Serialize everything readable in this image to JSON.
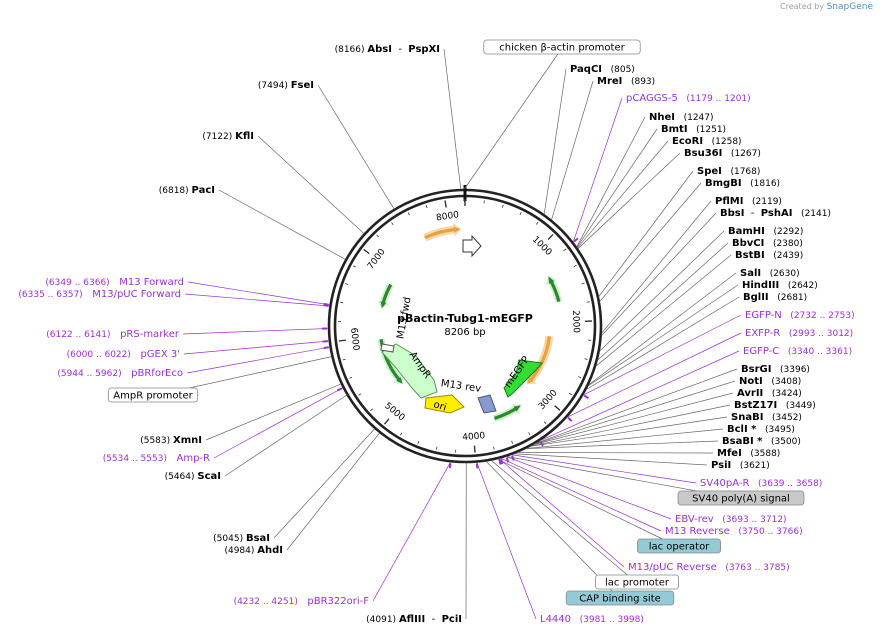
{
  "credit": {
    "prefix": "Created by",
    "brand": "SnapGene"
  },
  "plasmid": {
    "name": "pBactin-Tubg1-mEGFP",
    "size_label": "8206 bp"
  },
  "ticks": [
    {
      "label": "1000",
      "pos": 1000
    },
    {
      "label": "2000",
      "pos": 2000
    },
    {
      "label": "3000",
      "pos": 3000
    },
    {
      "label": "4000",
      "pos": 4000
    },
    {
      "label": "5000",
      "pos": 5000
    },
    {
      "label": "6000",
      "pos": 6000
    },
    {
      "label": "7000",
      "pos": 7000
    },
    {
      "label": "8000",
      "pos": 8000
    }
  ],
  "labels": [
    {
      "id": "absi",
      "pos": 8166,
      "kind": "enzyme",
      "parts": [
        [
          "(8166) ",
          "num"
        ],
        [
          "AbsI",
          "bold"
        ],
        [
          "  -  ",
          "dash"
        ],
        [
          "PspXI",
          "bold"
        ]
      ]
    },
    {
      "id": "chicken-promoter",
      "pos": 8200,
      "kind": "box",
      "text": "chicken β-actin promoter",
      "fill": "#ffffff"
    },
    {
      "id": "paqci",
      "pos": 805,
      "kind": "enzyme",
      "parts": [
        [
          "PaqCI",
          "bold"
        ],
        [
          "   (805)",
          "num"
        ]
      ]
    },
    {
      "id": "mrei",
      "pos": 893,
      "kind": "enzyme",
      "parts": [
        [
          "MreI",
          "bold"
        ],
        [
          "   (893)",
          "num"
        ]
      ]
    },
    {
      "id": "pcaggs5",
      "pos": 1190,
      "kind": "primer",
      "parts": [
        [
          "pCAGGS-5",
          "primer"
        ],
        [
          "   (1179 .. 1201)",
          "pnum"
        ]
      ]
    },
    {
      "id": "nhei",
      "pos": 1247,
      "kind": "enzyme",
      "parts": [
        [
          "NheI",
          "bold"
        ],
        [
          "   (1247)",
          "num"
        ]
      ]
    },
    {
      "id": "bmti",
      "pos": 1251,
      "kind": "enzyme",
      "parts": [
        [
          "BmtI",
          "bold"
        ],
        [
          "   (1251)",
          "num"
        ]
      ]
    },
    {
      "id": "ecori",
      "pos": 1258,
      "kind": "enzyme",
      "parts": [
        [
          "EcoRI",
          "bold"
        ],
        [
          "   (1258)",
          "num"
        ]
      ]
    },
    {
      "id": "bsu36i",
      "pos": 1267,
      "kind": "enzyme",
      "parts": [
        [
          "Bsu36I",
          "bold"
        ],
        [
          "   (1267)",
          "num"
        ]
      ]
    },
    {
      "id": "spei",
      "pos": 1768,
      "kind": "enzyme",
      "parts": [
        [
          "SpeI",
          "bold"
        ],
        [
          "   (1768)",
          "num"
        ]
      ]
    },
    {
      "id": "bmgbi",
      "pos": 1816,
      "kind": "enzyme",
      "parts": [
        [
          "BmgBI",
          "bold"
        ],
        [
          "   (1816)",
          "num"
        ]
      ]
    },
    {
      "id": "pflmi",
      "pos": 2119,
      "kind": "enzyme",
      "parts": [
        [
          "PflMI",
          "bold"
        ],
        [
          "   (2119)",
          "num"
        ]
      ]
    },
    {
      "id": "bbsi",
      "pos": 2141,
      "kind": "enzyme",
      "parts": [
        [
          "BbsI",
          "bold"
        ],
        [
          "  -  ",
          "dash"
        ],
        [
          "PshAI",
          "bold"
        ],
        [
          "   (2141)",
          "num"
        ]
      ]
    },
    {
      "id": "bamhi",
      "pos": 2292,
      "kind": "enzyme",
      "parts": [
        [
          "BamHI",
          "bold"
        ],
        [
          "   (2292)",
          "num"
        ]
      ]
    },
    {
      "id": "bbvci",
      "pos": 2380,
      "kind": "enzyme",
      "parts": [
        [
          "BbvCI",
          "bold"
        ],
        [
          "   (2380)",
          "num"
        ]
      ]
    },
    {
      "id": "bstbi",
      "pos": 2439,
      "kind": "enzyme",
      "parts": [
        [
          "BstBI",
          "bold"
        ],
        [
          "   (2439)",
          "num"
        ]
      ]
    },
    {
      "id": "sali",
      "pos": 2630,
      "kind": "enzyme",
      "parts": [
        [
          "SalI",
          "bold"
        ],
        [
          "   (2630)",
          "num"
        ]
      ]
    },
    {
      "id": "hindiii",
      "pos": 2642,
      "kind": "enzyme",
      "parts": [
        [
          "HindIII",
          "bold"
        ],
        [
          "   (2642)",
          "num"
        ]
      ]
    },
    {
      "id": "bglii",
      "pos": 2681,
      "kind": "enzyme",
      "parts": [
        [
          "BglII",
          "bold"
        ],
        [
          "   (2681)",
          "num"
        ]
      ]
    },
    {
      "id": "egfpn",
      "pos": 2742,
      "kind": "primer",
      "parts": [
        [
          "EGFP-N",
          "primer"
        ],
        [
          "   (2732 .. 2753)",
          "pnum"
        ]
      ]
    },
    {
      "id": "exfpr",
      "pos": 3002,
      "kind": "primer",
      "parts": [
        [
          "EXFP-R",
          "primer"
        ],
        [
          "   (2993 .. 3012)",
          "pnum"
        ]
      ]
    },
    {
      "id": "egfpc",
      "pos": 3350,
      "kind": "primer",
      "parts": [
        [
          "EGFP-C",
          "primer"
        ],
        [
          "   (3340 .. 3361)",
          "pnum"
        ]
      ]
    },
    {
      "id": "bsrgi",
      "pos": 3396,
      "kind": "enzyme",
      "parts": [
        [
          "BsrGI",
          "bold"
        ],
        [
          "   (3396)",
          "num"
        ]
      ]
    },
    {
      "id": "noti",
      "pos": 3408,
      "kind": "enzyme",
      "parts": [
        [
          "NotI",
          "bold"
        ],
        [
          "   (3408)",
          "num"
        ]
      ]
    },
    {
      "id": "avrii",
      "pos": 3424,
      "kind": "enzyme",
      "parts": [
        [
          "AvrII",
          "bold"
        ],
        [
          "   (3424)",
          "num"
        ]
      ]
    },
    {
      "id": "bstz17i",
      "pos": 3449,
      "kind": "enzyme",
      "parts": [
        [
          "BstZ17I",
          "bold"
        ],
        [
          "   (3449)",
          "num"
        ]
      ]
    },
    {
      "id": "snabi",
      "pos": 3452,
      "kind": "enzyme",
      "parts": [
        [
          "SnaBI",
          "bold"
        ],
        [
          "   (3452)",
          "num"
        ]
      ]
    },
    {
      "id": "bcli",
      "pos": 3495,
      "kind": "enzyme",
      "parts": [
        [
          "BclI *",
          "bold"
        ],
        [
          "   (3495)",
          "num"
        ]
      ]
    },
    {
      "id": "bsabi",
      "pos": 3500,
      "kind": "enzyme",
      "parts": [
        [
          "BsaBI *",
          "bold"
        ],
        [
          "   (3500)",
          "num"
        ]
      ]
    },
    {
      "id": "mfei",
      "pos": 3588,
      "kind": "enzyme",
      "parts": [
        [
          "MfeI",
          "bold"
        ],
        [
          "   (3588)",
          "num"
        ]
      ]
    },
    {
      "id": "psii",
      "pos": 3621,
      "kind": "enzyme",
      "parts": [
        [
          "PsiI",
          "bold"
        ],
        [
          "   (3621)",
          "num"
        ]
      ]
    },
    {
      "id": "sv40par",
      "pos": 3648,
      "kind": "primer",
      "parts": [
        [
          "SV40pA-R",
          "primer"
        ],
        [
          "   (3639 .. 3658)",
          "pnum"
        ]
      ]
    },
    {
      "id": "sv40-polya",
      "pos": 3700,
      "kind": "box",
      "text": "SV40 poly(A) signal",
      "fill": "#c8c8c8"
    },
    {
      "id": "ebvrev",
      "pos": 3702,
      "kind": "primer",
      "parts": [
        [
          "EBV-rev",
          "primer"
        ],
        [
          "   (3693 .. 3712)",
          "pnum"
        ]
      ]
    },
    {
      "id": "m13rev",
      "pos": 3758,
      "kind": "primer",
      "parts": [
        [
          "M13 Reverse",
          "primer"
        ],
        [
          "   (3750 .. 3766)",
          "pnum"
        ]
      ]
    },
    {
      "id": "lac-operator",
      "pos": 3790,
      "kind": "box",
      "text": "lac operator",
      "fill": "#94c9d6"
    },
    {
      "id": "m13puc-rev",
      "pos": 3774,
      "kind": "primer",
      "parts": [
        [
          "M13/pUC Reverse",
          "primer"
        ],
        [
          "   (3763 .. 3785)",
          "pnum"
        ]
      ]
    },
    {
      "id": "lac-promoter",
      "pos": 3850,
      "kind": "box",
      "text": "lac promoter",
      "fill": "#ffffff"
    },
    {
      "id": "cap-site",
      "pos": 3900,
      "kind": "box",
      "text": "CAP binding site",
      "fill": "#94c9d6"
    },
    {
      "id": "l4440",
      "pos": 3990,
      "kind": "primer",
      "parts": [
        [
          "L4440",
          "primer"
        ],
        [
          "   (3981 .. 3998)",
          "pnum"
        ]
      ]
    },
    {
      "id": "afliii",
      "pos": 4091,
      "kind": "enzyme",
      "parts": [
        [
          "(4091) ",
          "num"
        ],
        [
          "AflIII",
          "bold"
        ],
        [
          "  -  ",
          "dash"
        ],
        [
          "PciI",
          "bold"
        ]
      ]
    },
    {
      "id": "pbr322ori",
      "pos": 4242,
      "kind": "primer",
      "parts": [
        [
          "(4232 .. 4251)",
          "pnum"
        ],
        [
          "   pBR322ori-F",
          "primer"
        ]
      ]
    },
    {
      "id": "ahdi",
      "pos": 4984,
      "kind": "enzyme",
      "parts": [
        [
          "(4984) ",
          "num"
        ],
        [
          "AhdI",
          "bold"
        ]
      ]
    },
    {
      "id": "bsai",
      "pos": 5045,
      "kind": "enzyme",
      "parts": [
        [
          "(5045) ",
          "num"
        ],
        [
          "BsaI",
          "bold"
        ]
      ]
    },
    {
      "id": "scai",
      "pos": 5464,
      "kind": "enzyme",
      "parts": [
        [
          "(5464) ",
          "num"
        ],
        [
          "ScaI",
          "bold"
        ]
      ]
    },
    {
      "id": "ampr-primer",
      "pos": 5543,
      "kind": "primer",
      "parts": [
        [
          "(5534 .. 5553)",
          "pnum"
        ],
        [
          "   Amp-R",
          "primer"
        ]
      ]
    },
    {
      "id": "xmni",
      "pos": 5583,
      "kind": "enzyme",
      "parts": [
        [
          "(5583) ",
          "num"
        ],
        [
          "XmnI",
          "bold"
        ]
      ]
    },
    {
      "id": "ampr-promoter",
      "pos": 5860,
      "kind": "box",
      "text": "AmpR promoter",
      "fill": "#ffffff"
    },
    {
      "id": "pbrforeco",
      "pos": 5953,
      "kind": "primer",
      "parts": [
        [
          "(5944 .. 5962)",
          "pnum"
        ],
        [
          "   pBRforEco",
          "primer"
        ]
      ]
    },
    {
      "id": "pgex3",
      "pos": 6011,
      "kind": "primer",
      "parts": [
        [
          "(6000 .. 6022)",
          "pnum"
        ],
        [
          "   pGEX 3'",
          "primer"
        ]
      ]
    },
    {
      "id": "prs-marker",
      "pos": 6131,
      "kind": "primer",
      "parts": [
        [
          "(6122 .. 6141)",
          "pnum"
        ],
        [
          "   pRS-marker",
          "primer"
        ]
      ]
    },
    {
      "id": "m13puc-fwd",
      "pos": 6346,
      "kind": "primer",
      "parts": [
        [
          "(6335 .. 6357)",
          "pnum"
        ],
        [
          "   M13/pUC Forward",
          "primer"
        ]
      ]
    },
    {
      "id": "m13-fwd",
      "pos": 6357,
      "kind": "primer",
      "parts": [
        [
          "(6349 .. 6366)",
          "pnum"
        ],
        [
          "   M13 Forward",
          "primer"
        ]
      ]
    },
    {
      "id": "paci",
      "pos": 6818,
      "kind": "enzyme",
      "parts": [
        [
          "(6818) ",
          "num"
        ],
        [
          "PacI",
          "bold"
        ]
      ]
    },
    {
      "id": "kfli",
      "pos": 7122,
      "kind": "enzyme",
      "parts": [
        [
          "(7122) ",
          "num"
        ],
        [
          "KflI",
          "bold"
        ]
      ]
    },
    {
      "id": "fsei",
      "pos": 7494,
      "kind": "enzyme",
      "parts": [
        [
          "(7494) ",
          "num"
        ],
        [
          "FseI",
          "bold"
        ]
      ]
    }
  ],
  "features": [
    {
      "id": "mEGFP",
      "label": "mEGFP",
      "start": 2745,
      "end": 3460,
      "color": "#33dd33",
      "stroke": "#1a7a1a",
      "lane": 0
    },
    {
      "id": "ori",
      "label": "ori",
      "start": 4150,
      "end": 4740,
      "color": "#ffee00",
      "stroke": "#998800",
      "lane": 0
    },
    {
      "id": "AmpR",
      "label": "AmpR",
      "start": 4910,
      "end": 5770,
      "color": "#ccffcc",
      "stroke": "#559955",
      "lane": 0
    },
    {
      "id": "M13fwd",
      "label": "M13 fwd",
      "start": 6340,
      "end": 6370,
      "color": "#ffffff",
      "stroke": "#555555",
      "lane": 0
    },
    {
      "id": "M13rev",
      "label": "M13 rev",
      "start": 3750,
      "end": 3770,
      "color": "#8899cc",
      "stroke": "#445588",
      "lane": 0
    }
  ],
  "orf_arrows": [
    {
      "start": 7650,
      "end": 8150,
      "dir": 1,
      "lane": 2,
      "color": "#e8a040"
    },
    {
      "start": 1350,
      "end": 1720,
      "dir": -1,
      "lane": 2,
      "color": "#2a8a2a"
    },
    {
      "start": 2210,
      "end": 3030,
      "dir": 1,
      "lane": 3,
      "color": "#e8a040"
    },
    {
      "start": 3300,
      "end": 3700,
      "dir": -1,
      "lane": 2,
      "color": "#2a8a2a"
    },
    {
      "start": 5180,
      "end": 5950,
      "dir": -1,
      "lane": 3,
      "color": "#2a8a2a"
    },
    {
      "start": 6430,
      "end": 6820,
      "dir": -1,
      "lane": 3,
      "color": "#2a8a2a"
    }
  ]
}
